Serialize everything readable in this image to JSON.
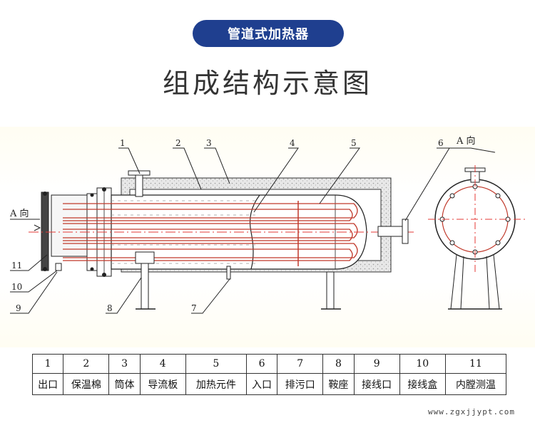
{
  "header": {
    "badge": "管道式加热器",
    "title": "组成结构示意图"
  },
  "diagram": {
    "view_label_left": "A 向",
    "view_label_right": "A 向",
    "callouts": [
      "1",
      "2",
      "3",
      "4",
      "5",
      "6",
      "7",
      "8",
      "9",
      "10",
      "11"
    ]
  },
  "legend": {
    "numbers": [
      "1",
      "2",
      "3",
      "4",
      "5",
      "6",
      "7",
      "8",
      "9",
      "10",
      "11"
    ],
    "names": [
      "出口",
      "保温棉",
      "筒体",
      "导流板",
      "加热元件",
      "入口",
      "排污口",
      "鞍座",
      "接线口",
      "接线盒",
      "内膛测温"
    ]
  },
  "footer": {
    "website": "www.zgxjjypt.com"
  },
  "colors": {
    "badge": "#1f3f8f",
    "heater": "#c0392b",
    "centerline": "#e53935"
  }
}
